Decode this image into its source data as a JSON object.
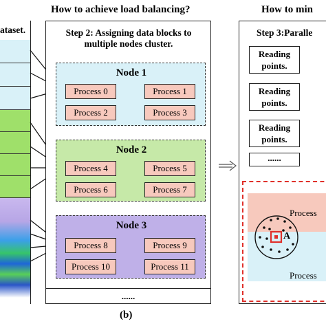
{
  "headers": {
    "middle": "How to achieve load balancing?",
    "right": "How to min"
  },
  "left_panel": {
    "title_fragment": "ataset."
  },
  "middle_panel": {
    "step_title": "Step 2: Assigning data blocks to multiple nodes cluster.",
    "nodes": [
      {
        "title": "Node 1",
        "color": "#d9f1f8",
        "processes": [
          "Process 0",
          "Process 1",
          "Process 2",
          "Process 3"
        ]
      },
      {
        "title": "Node 2",
        "color": "#c6e9a8",
        "processes": [
          "Process 4",
          "Process 5",
          "Process 6",
          "Process 7"
        ]
      },
      {
        "title": "Node 3",
        "color": "#bfb0e8",
        "processes": [
          "Process 8",
          "Process 9",
          "Process 10",
          "Process 11"
        ]
      }
    ],
    "bottom_dots": "......"
  },
  "right_panel": {
    "step_title": "Step 3:Paralle",
    "reading_points": [
      "Reading points.",
      "Reading points.",
      "Reading points."
    ],
    "dots": "......",
    "point_label": "A",
    "process_top": "Process",
    "process_bottom": "Process"
  },
  "caption": "(b)",
  "colors": {
    "process_fill": "#f7c9bd",
    "node1": "#d9f1f8",
    "node2": "#c6e9a8",
    "node3": "#bfb0e8",
    "highlight_red": "#e0302a"
  }
}
